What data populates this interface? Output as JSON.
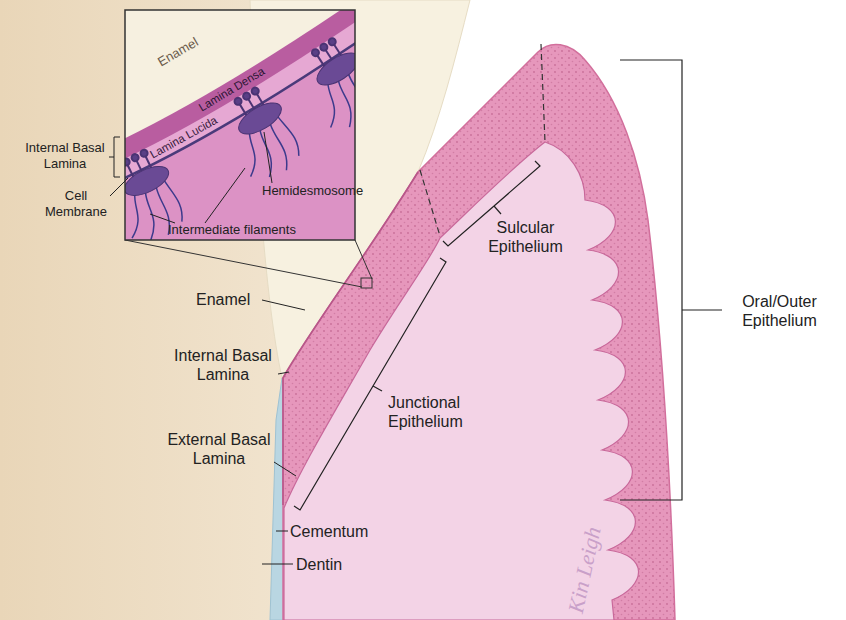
{
  "diagram": {
    "labels": [
      "Enamel",
      "Lamina Densa",
      "Lamina Lucida",
      "Internal Basal Lamina",
      "Hemidesmosome",
      "Cell Membrane",
      "Intermediate filaments",
      "Sulcular Epithelium",
      "Oral/Outer Epithelium",
      "Enamel",
      "Internal Basal Lamina",
      "Junctional Epithelium",
      "External Basal Lamina",
      "Cementum",
      "Dentin",
      "Kin Leigh"
    ]
  }
}
